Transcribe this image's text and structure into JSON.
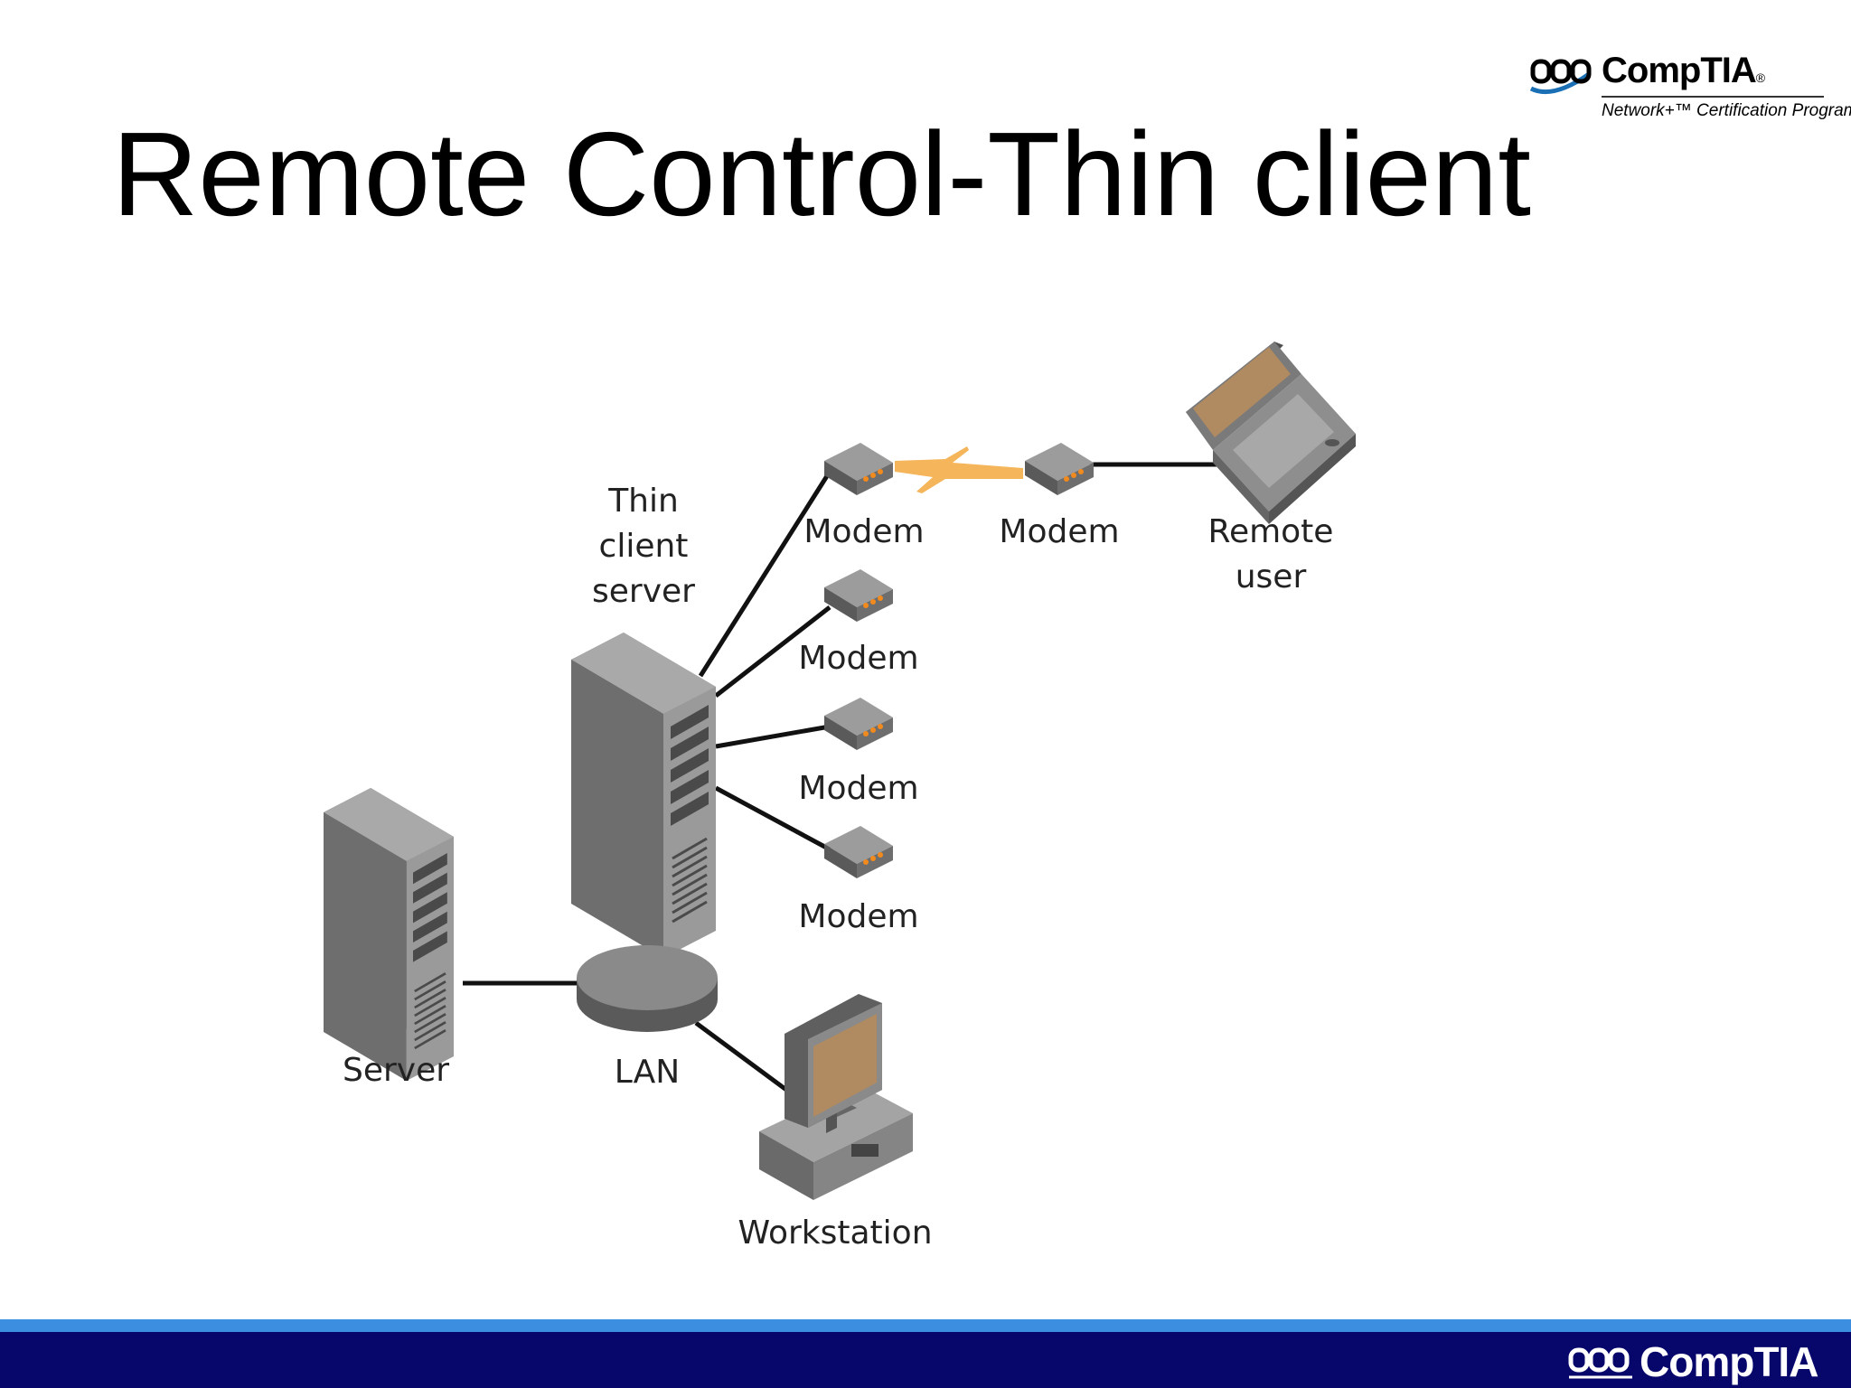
{
  "slide": {
    "title": "Remote Control-Thin client"
  },
  "logo": {
    "brand": "CompTIA",
    "registered_mark": "®",
    "subtitle": "Network+™ Certification Program"
  },
  "footer": {
    "brand": "CompTIA"
  },
  "diagram": {
    "labels": {
      "thin_client_server": [
        "Thin",
        "client",
        "server"
      ],
      "modem_1": "Modem",
      "modem_remote": "Modem",
      "remote_user": [
        "Remote",
        "user"
      ],
      "modem_2": "Modem",
      "modem_3": "Modem",
      "modem_4": "Modem",
      "server": "Server",
      "lan": "LAN",
      "workstation": "Workstation"
    },
    "colors": {
      "device_gray": "#6e6e6e",
      "screen_tan": "#b08a60",
      "led_orange": "#f28a1e",
      "dialup_link": "#f5b55a",
      "cable": "#111111",
      "footer_dark": "#06066b",
      "footer_light": "#3c8fe0"
    }
  }
}
